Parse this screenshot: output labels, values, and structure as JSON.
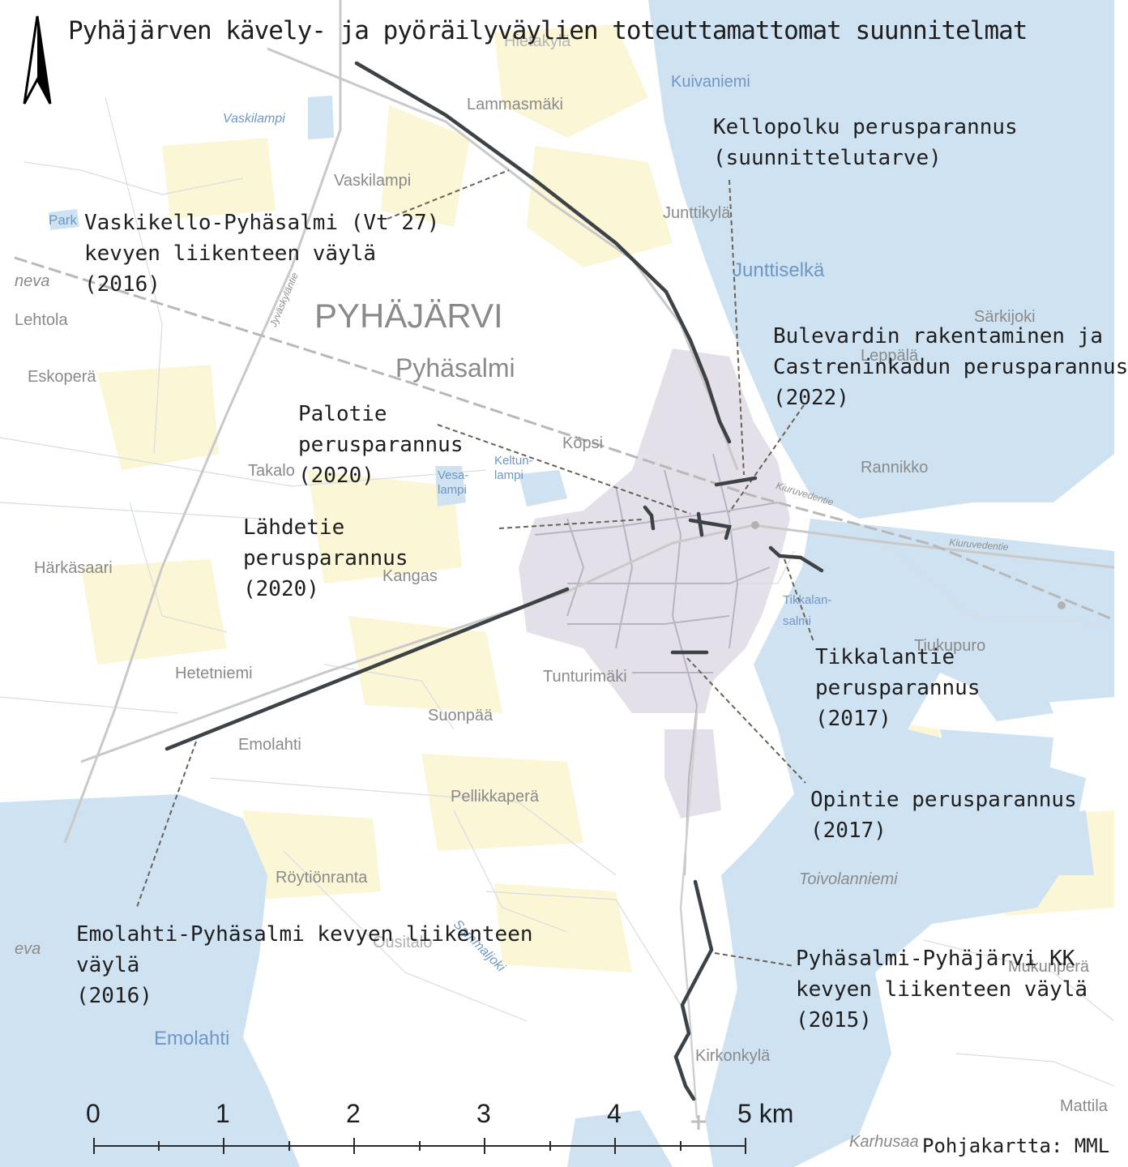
{
  "title": "Pyhäjärven kävely- ja pyöräilyväylien toteuttamattomat suunnitelmat",
  "credit": "Pohjakartta: MML",
  "north_arrow": "north-arrow-icon",
  "scale_bar": {
    "labels": [
      "0",
      "1",
      "2",
      "3",
      "4",
      "5 km"
    ]
  },
  "colors": {
    "water": "#cfe2f2",
    "built_up": "#e4e0ea",
    "fields": "#fbf6d6",
    "planned_route": "#3c4246",
    "leader": "#6b6255"
  },
  "place_labels": {
    "lammasmaki": "Lammasmäki",
    "kuivaniemi": "Kuivaniemi",
    "hietakyla": "Hietakylä",
    "vaskilampi_lake": "Vaskilampi",
    "vaskilampi": "Vaskilampi",
    "junttikyla": "Junttikylä",
    "junttiselka": "Junttiselkä",
    "parkki": "Park",
    "neva1": "neva",
    "lehtola": "Lehtola",
    "pyhajarvi": "PYHÄJÄRVI",
    "pyhasalmi": "Pyhäsalmi",
    "sarkijoki": "Särkijoki",
    "leppala": "Leppälä",
    "eskopera": "Eskoperä",
    "kopsi": "Köpsi",
    "rannikko": "Rannikko",
    "takalo": "Takalo",
    "vesalampi": "Vesa-\nlampi",
    "keltunlampi": "Keltun-\nlampi",
    "harkasaari": "Härkäsaari",
    "kangas": "Kangas",
    "tikkalansalmi": "Tikkalan-\nsalmi",
    "tiukupuro": "Tiukupuro",
    "hetetniemi": "Hetetniemi",
    "tunturimaki": "Tunturimäki",
    "suonpaa": "Suonpää",
    "emolahti_vil": "Emolahti",
    "pellikkapera": "Pellikkaperä",
    "roytionranta": "Röytiönranta",
    "toivolanniemi": "Toivolanniemi",
    "sammaljoki": "Sammaljoki",
    "ousitalo": "Ousitalo",
    "neva2": "eva",
    "mukunpera": "Mukunperä",
    "emolahti_lake": "Emolahti",
    "kirkonkyla": "Kirkonkylä",
    "mattila": "Mattila",
    "karhusaari": "Karhusaa",
    "kiuruvedentie1": "Kiuruvedentie",
    "kiuruvedentie2": "Kiuruvedentie",
    "jyvaskylantie": "Jyväskyläntie"
  },
  "annotations": {
    "vaskikello": "Vaskikello-Pyhäsalmi (Vt 27)\nkevyen liikenteen väylä\n(2016)",
    "kellopolku": "Kellopolku perusparannus\n(suunnittelutarve)",
    "bulevardi": "Bulevardin rakentaminen ja\nCastreninkadun perusparannus\n(2022)",
    "palotie": "Palotie\nperusparannus\n(2020)",
    "lahdetie": "Lähdetie\nperusparannus\n(2020)",
    "tikkalantie": "Tikkalantie\nperusparannus\n(2017)",
    "opintie": "Opintie perusparannus\n(2017)",
    "emolahti": "Emolahti-Pyhäsalmi kevyen liikenteen\nväylä\n(2016)",
    "kk": "Pyhäsalmi-Pyhäjärvi KK\nkevyen liikenteen väylä\n(2015)"
  }
}
